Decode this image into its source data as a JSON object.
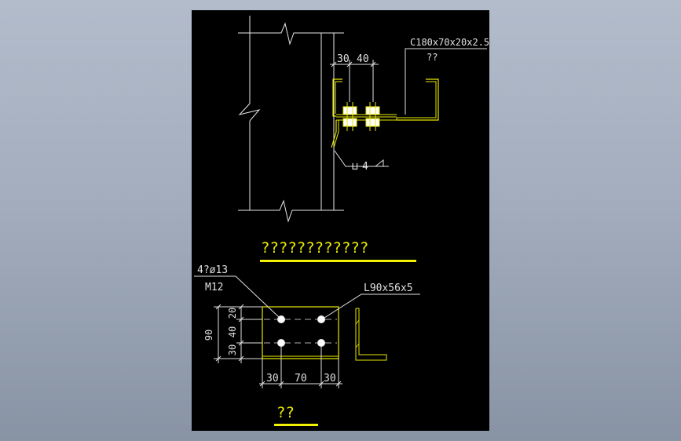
{
  "colors": {
    "background": "#a3adbd",
    "canvas": "#000000",
    "line_white": "#e8e8e8",
    "line_yellow": "#e8e800",
    "text_white": "#e0e0e0",
    "text_yellow": "#f0f000"
  },
  "detail_section": {
    "dim_30": "30",
    "dim_40": "40",
    "section_label": "C180x70x20x2.5",
    "section_note": "??",
    "weld_size": "4",
    "title": "????????????"
  },
  "plate_detail": {
    "bolt_note_line1": "4?ø13",
    "bolt_note_line2": "M12",
    "angle_label": "L90x56x5",
    "dim_left_total": "90",
    "dim_left_30_bottom": "30",
    "dim_left_40": "40",
    "dim_left_20": "20",
    "dim_bottom_30_left": "30",
    "dim_bottom_70": "70",
    "dim_bottom_30_right": "30",
    "title": "??"
  }
}
